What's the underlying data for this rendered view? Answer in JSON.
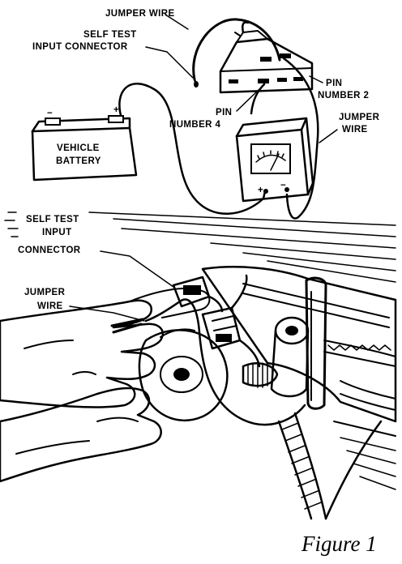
{
  "labels": {
    "jumper_wire_top": "JUMPER WIRE",
    "self_test_top_line1": "SELF TEST",
    "self_test_top_line2": "INPUT CONNECTOR",
    "pin2_line1": "PIN",
    "pin2_line2": "NUMBER 2",
    "pin4_line1": "PIN",
    "pin4_line2": "NUMBER 4",
    "jumper_wire_right_line1": "JUMPER",
    "jumper_wire_right_line2": "WIRE",
    "battery_line1": "VEHICLE",
    "battery_line2": "BATTERY",
    "battery_neg": "−",
    "battery_pos": "+",
    "meter_neg": "−",
    "meter_pos": "+",
    "self_test_bottom_line1": "SELF TEST",
    "self_test_bottom_line2": "INPUT",
    "self_test_bottom_line3": "CONNECTOR",
    "jumper_wire_bottom_line1": "JUMPER",
    "jumper_wire_bottom_line2": "WIRE"
  },
  "caption": "Figure 1"
}
